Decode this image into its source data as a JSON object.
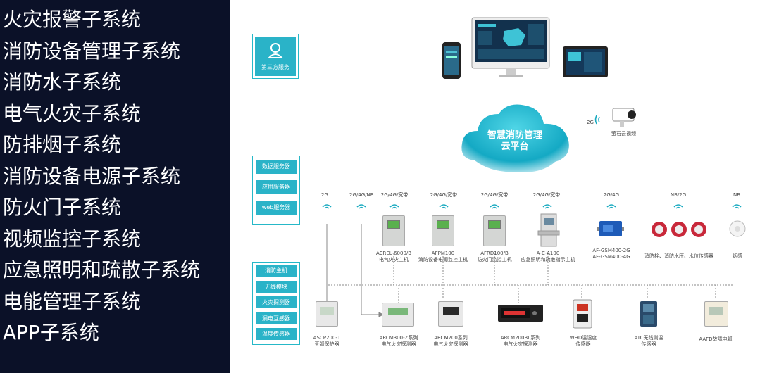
{
  "subsystems": [
    "火灾报警子系统",
    "消防设备管理子系统",
    "消防水子系统",
    "电气火灾子系统",
    "防排烟子系统",
    "消防设备电源子系统",
    "防火门子系统",
    "视频监控子系统",
    "应急照明和疏散子系统",
    "电能管理子系统",
    "APP子系统"
  ],
  "diagram": {
    "third_party_label": "第三方服务",
    "cloud_label_line1": "智慧消防管理",
    "cloud_label_line2": "云平台",
    "camera_signal": "2G",
    "camera_label": "萤石云视频",
    "services": [
      "数据服务器",
      "应用服务器",
      "web服务器"
    ],
    "device_types": [
      "消防主机",
      "无线模块",
      "火灾探测器",
      "漏电互感器",
      "温度传感器"
    ],
    "upper_devices": [
      {
        "signal": "2G/4G/宽带",
        "model": "ACREL-6000/B",
        "desc": "电气火灾主机"
      },
      {
        "signal": "2G/4G/宽带",
        "model": "AFPM100",
        "desc": "消防设备电源监控主机"
      },
      {
        "signal": "2G/4G/宽带",
        "model": "AFRD100/B",
        "desc": "防火门监控主机"
      },
      {
        "signal": "2G/4G/宽带",
        "model": "A-C-A100",
        "desc": "应急照明和疏散指示主机"
      },
      {
        "signal": "2G/4G",
        "model": "AF-GSM400-2G",
        "desc": "AF-GSM400-4G"
      },
      {
        "signal": "NB/2G",
        "model": "",
        "desc": "消防栓、消防水压、水位传感器"
      },
      {
        "signal": "NB",
        "model": "",
        "desc": "烟感"
      }
    ],
    "left_signals": [
      "2G",
      "2G/4G/NB"
    ],
    "lower_devices": [
      {
        "model": "ASCP200-1",
        "desc": "灭弧保护器"
      },
      {
        "model": "ARCM300-Z系列",
        "desc": "电气火灾探测器"
      },
      {
        "model": "ARCM200系列",
        "desc": "电气火灾探测器"
      },
      {
        "model": "ARCM200BL系列",
        "desc": "电气火灾探测器"
      },
      {
        "model": "WHD温湿度",
        "desc": "传感器"
      },
      {
        "model": "ATC无线测温",
        "desc": "传感器"
      },
      {
        "model": "AAFD故障电弧",
        "desc": ""
      }
    ]
  }
}
